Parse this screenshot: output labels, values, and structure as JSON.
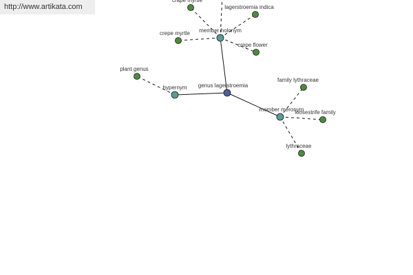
{
  "banner": {
    "url_text": "http://www.artikata.com"
  },
  "colors": {
    "center_node": "#4f5e95",
    "relation_node": "#5b9a9a",
    "leaf_node": "#4d8a3f",
    "edge": "#111111"
  },
  "graph": {
    "nodes": [
      {
        "id": "center",
        "label": "genus lagerstroemia",
        "kind": "center"
      },
      {
        "id": "holonym",
        "label": "member holonym",
        "kind": "relation"
      },
      {
        "id": "hypernym",
        "label": "hypernym",
        "kind": "relation"
      },
      {
        "id": "meronym",
        "label": "member meronym",
        "kind": "relation"
      },
      {
        "id": "crape",
        "label": "crape myrtle",
        "kind": "leaf"
      },
      {
        "id": "lagindica",
        "label": "lagerstroemia indica",
        "kind": "leaf"
      },
      {
        "id": "crepe",
        "label": "crepe myrtle",
        "kind": "leaf"
      },
      {
        "id": "crepeflower",
        "label": "crepe flower",
        "kind": "leaf"
      },
      {
        "id": "topstub",
        "label": "",
        "kind": "leaf"
      },
      {
        "id": "plantgenus",
        "label": "plant genus",
        "kind": "leaf"
      },
      {
        "id": "famlyth",
        "label": "family lythraceae",
        "kind": "leaf"
      },
      {
        "id": "loosestrife",
        "label": "loosestrife family",
        "kind": "leaf"
      },
      {
        "id": "lythraceae",
        "label": "lythraceae",
        "kind": "leaf"
      }
    ],
    "edges": [
      {
        "from": "center",
        "to": "holonym",
        "style": "solid"
      },
      {
        "from": "center",
        "to": "hypernym",
        "style": "solid"
      },
      {
        "from": "center",
        "to": "meronym",
        "style": "solid"
      },
      {
        "from": "holonym",
        "to": "crape",
        "style": "dashed"
      },
      {
        "from": "holonym",
        "to": "topstub",
        "style": "dashed"
      },
      {
        "from": "holonym",
        "to": "lagindica",
        "style": "dashed"
      },
      {
        "from": "holonym",
        "to": "crepe",
        "style": "dashed"
      },
      {
        "from": "holonym",
        "to": "crepeflower",
        "style": "dashed"
      },
      {
        "from": "hypernym",
        "to": "plantgenus",
        "style": "dashed"
      },
      {
        "from": "meronym",
        "to": "famlyth",
        "style": "dashed"
      },
      {
        "from": "meronym",
        "to": "loosestrife",
        "style": "dashed"
      },
      {
        "from": "meronym",
        "to": "lythraceae",
        "style": "dashed"
      }
    ]
  }
}
